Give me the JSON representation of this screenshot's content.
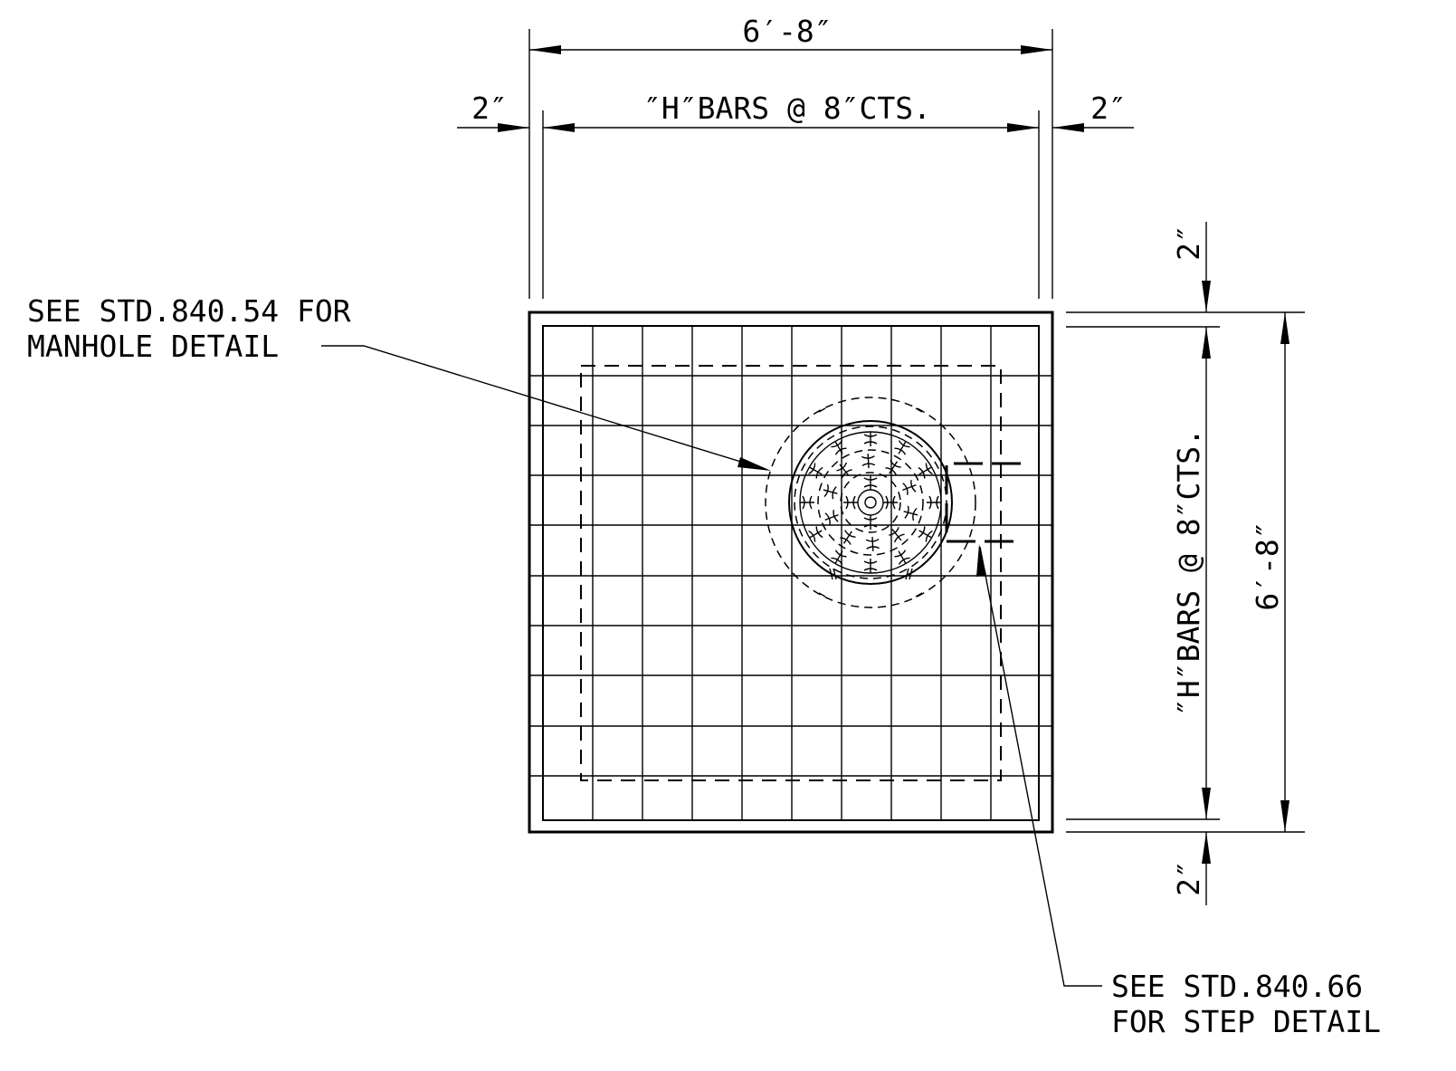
{
  "labels": {
    "top_overall_dim": "6′-8″",
    "top_left_offset": "2″",
    "top_right_offset": "2″",
    "top_bars": "″H″BARS @ 8″CTS.",
    "right_overall_dim": "6′-8″",
    "right_bars": "″H″BARS @ 8″CTS.",
    "right_top_offset": "2″",
    "right_bottom_offset": "2″",
    "manhole_note_line1": "SEE STD.840.54 FOR",
    "manhole_note_line2": "MANHOLE DETAIL",
    "step_note_line1": "SEE STD.840.66",
    "step_note_line2": "FOR STEP DETAIL"
  }
}
